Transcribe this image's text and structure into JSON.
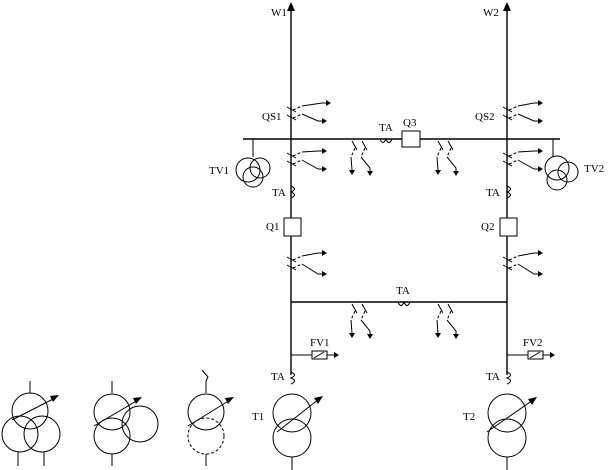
{
  "labels": {
    "w1": "W1",
    "w2": "W2",
    "qs1": "QS1",
    "qs2": "QS2",
    "ta_top": "TA",
    "q3": "Q3",
    "tv1": "TV1",
    "tv2": "TV2",
    "ta_left_upper": "TA",
    "ta_right_upper": "TA",
    "q1": "Q1",
    "q2": "Q2",
    "ta_mid": "TA",
    "fv1": "FV1",
    "fv2": "FV2",
    "ta_left_lower": "TA",
    "ta_right_lower": "TA",
    "t1": "T1",
    "t2": "T2"
  }
}
